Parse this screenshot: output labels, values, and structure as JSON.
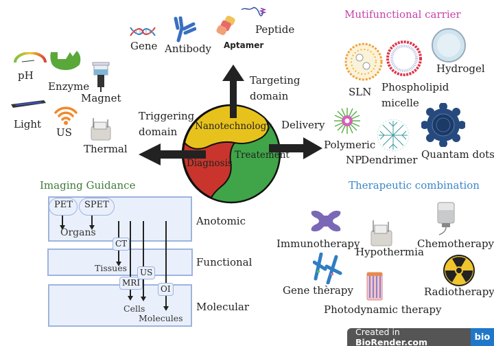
{
  "center": {
    "regions": {
      "top": "Nanotechnology",
      "left": "Diagnosis",
      "right": "Treatement"
    },
    "colors": {
      "top": "#e8c21c",
      "left": "#c9352c",
      "right": "#3fa548",
      "arrow": "#222222"
    },
    "arrows": {
      "up": "Targeting domain",
      "left": "Triggering domain",
      "right": "Delivery"
    },
    "arrow_lines": {
      "up": [
        "Targeting",
        "domain"
      ],
      "left": [
        "Triggering",
        "domain"
      ]
    }
  },
  "targeting": {
    "items": [
      {
        "label": "Gene",
        "icon": "dna-icon"
      },
      {
        "label": "Antibody",
        "icon": "antibody-icon"
      },
      {
        "label": "Aptamer",
        "icon": "aptamer-icon"
      },
      {
        "label": "Peptide",
        "icon": "peptide-icon"
      }
    ]
  },
  "triggering": {
    "items": [
      {
        "label": "pH",
        "icon": "ph-gauge-icon"
      },
      {
        "label": "Enzyme",
        "icon": "enzyme-icon"
      },
      {
        "label": "Magnet",
        "icon": "magnet-syringe-icon"
      },
      {
        "label": "Light",
        "icon": "light-tube-icon"
      },
      {
        "label": "US",
        "icon": "ultrasound-wave-icon"
      },
      {
        "label": "Thermal",
        "icon": "thermal-device-icon"
      }
    ]
  },
  "carrier": {
    "title": "Mutifunctional carrier",
    "title_color": "#c83fa6",
    "items": [
      {
        "label": "SLN",
        "icon": "sln-icon"
      },
      {
        "label": "Phospholipid micelle",
        "lines": [
          "Phospholipid",
          "micelle"
        ],
        "icon": "micelle-icon"
      },
      {
        "label": "Hydrogel",
        "icon": "hydrogel-icon"
      },
      {
        "label": "Polymeric NP",
        "lines": [
          "Polymeric",
          "NP"
        ],
        "icon": "polymeric-np-icon"
      },
      {
        "label": "Dendrimer",
        "icon": "dendrimer-icon"
      },
      {
        "label": "Quantam dots",
        "icon": "quantum-dot-icon"
      }
    ]
  },
  "imaging": {
    "title": "Imaging Guidance",
    "title_color": "#3e7a3a",
    "levels": [
      "Anotomic",
      "Functional",
      "Molecular"
    ],
    "modalities": [
      "PET",
      "SPET",
      "CT",
      "MRI",
      "US",
      "OI"
    ],
    "targets": [
      "Organs",
      "Tissues",
      "Cells",
      "Molecules"
    ]
  },
  "therapy": {
    "title": "Therapeutic combination",
    "title_color": "#3a86c8",
    "items": [
      {
        "label": "Immunotherapy",
        "icon": "immune-receptor-icon"
      },
      {
        "label": "Hypothermia",
        "icon": "hyperthermia-device-icon"
      },
      {
        "label": "Chemotherapy",
        "icon": "iv-bag-icon"
      },
      {
        "label": "Gene thèrapy",
        "icon": "chromosome-icon"
      },
      {
        "label": "Photodynamic therapy",
        "icon": "pdt-panel-icon"
      },
      {
        "label": "Radiotherapy",
        "icon": "radiation-icon"
      }
    ]
  },
  "badge": {
    "prefix": "Created in ",
    "brand": "BioRender.com",
    "logo": "bio"
  }
}
